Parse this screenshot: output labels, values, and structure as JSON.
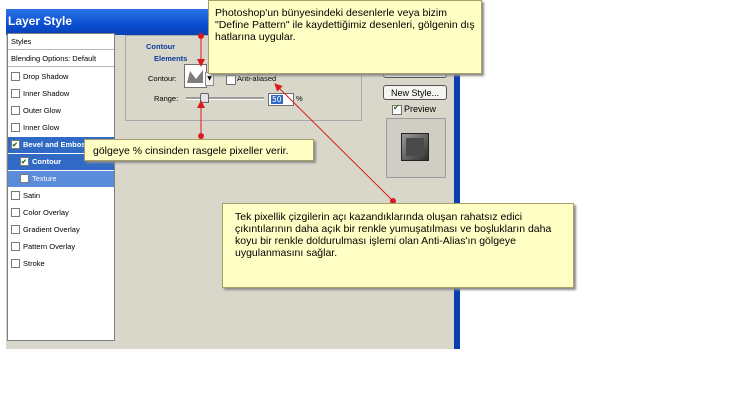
{
  "dialog": {
    "title": "Layer Style",
    "styles_list": [
      {
        "label": "Styles",
        "type": "header"
      },
      {
        "label": "Blending Options: Default",
        "type": "header"
      },
      {
        "label": "Drop Shadow",
        "checked": false
      },
      {
        "label": "Inner Shadow",
        "checked": false
      },
      {
        "label": "Outer Glow",
        "checked": false
      },
      {
        "label": "Inner Glow",
        "checked": false
      },
      {
        "label": "Bevel and Emboss",
        "checked": true,
        "selected": true
      },
      {
        "label": "Contour",
        "checked": true,
        "sub": true,
        "active": true
      },
      {
        "label": "Texture",
        "checked": false,
        "sub": true
      },
      {
        "label": "Satin",
        "checked": false
      },
      {
        "label": "Color Overlay",
        "checked": false
      },
      {
        "label": "Gradient Overlay",
        "checked": false
      },
      {
        "label": "Pattern Overlay",
        "checked": false
      },
      {
        "label": "Stroke",
        "checked": false
      }
    ],
    "group_title": "Contour",
    "subgroup_title": "Elements",
    "contour_label": "Contour:",
    "anti_aliased_label": "Anti-aliased",
    "range_label": "Range:",
    "range_value": "50",
    "range_unit": "%",
    "new_style_button": "New Style...",
    "preview_label": "Preview"
  },
  "annotations": {
    "top": "Photoshop'un bünyesindeki desenlerle veya bizim \"Define Pattern\" ile kaydettiğimiz desenleri, gölgenin dış hatlarına uygular.",
    "range": "gölgeye % cinsinden rasgele pixeller verir.",
    "antialias": "Tek pixellik çizgilerin açı kazandıklarında oluşan rahatsız edici çıkıntılarının daha açık bir renkle yumuşatılması ve boşlukların daha koyu bir renkle doldurulması işlemi olan Anti-Alias'ın gölgeye uygulanmasını sağlar."
  },
  "colors": {
    "titlebar": "#0a4ed0",
    "selection": "#316ac5",
    "note_bg": "#ffffc5",
    "arrow": "#d91c1c"
  }
}
